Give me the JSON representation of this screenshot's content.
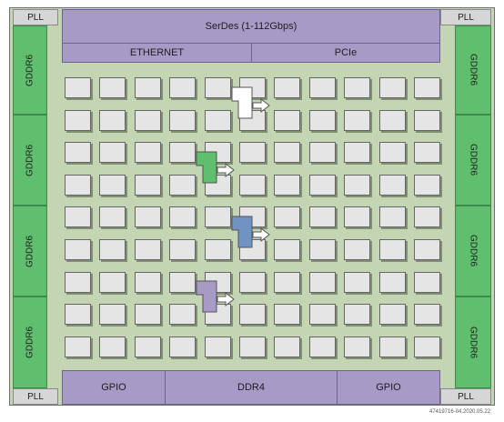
{
  "corners": {
    "pll_label": "PLL"
  },
  "top": {
    "serdes_label": "SerDes (1-112Gbps)",
    "ethernet_label": "ETHERNET",
    "pcie_label": "PCIe"
  },
  "bottom": {
    "gpio_left_label": "GPIO",
    "ddr4_label": "DDR4",
    "gpio_right_label": "GPIO"
  },
  "sides": {
    "gddr_label": "GDDR6"
  },
  "grid": {
    "rows": 9,
    "cols": 11
  },
  "flows": [
    {
      "color": "#ffffff"
    },
    {
      "color": "#5fbf6e"
    },
    {
      "color": "#6f94c4"
    },
    {
      "color": "#a89ac7"
    }
  ],
  "footer": {
    "tag": "47419716-04.2020.05.22"
  }
}
